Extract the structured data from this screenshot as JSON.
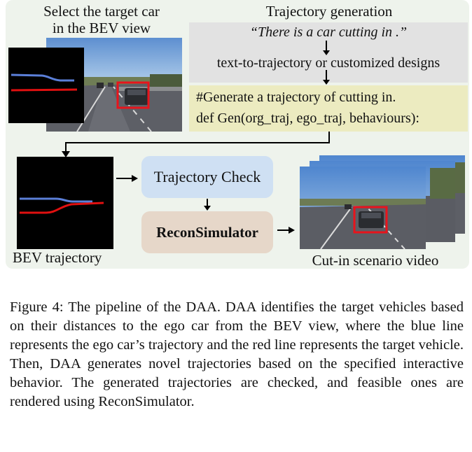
{
  "figure": {
    "select_title_line1": "Select the target car",
    "select_title_line2": "in the BEV view",
    "trajgen_title": "Trajectory generation",
    "quote": "“There is a car cutting in .”",
    "t2t": "text-to-trajectory or customized designs",
    "code_line1": "#Generate a trajectory of cutting in.",
    "code_line2": "def Gen(org_traj, ego_traj, behaviours):",
    "trajectory_check": "Trajectory Check",
    "recon_simulator": "ReconSimulator",
    "bev_label": "BEV trajectory",
    "video_label": "Cut-in scenario video"
  },
  "colors": {
    "ego_line": "#5b7fd8",
    "target_line": "#e01010",
    "panel_bg": "#eef3ec",
    "gray_box": "#e2e2e2",
    "code_box": "#ecebc0",
    "check_box": "#cfe0f3",
    "sim_box": "#e6d7c9",
    "bbox": "#e8141c"
  },
  "caption": "Figure 4: The pipeline of the DAA. DAA identifies the target vehicles based on their distances to the ego car from the BEV view, where the blue line represents the ego car’s trajectory and the red line represents the target vehicle. Then, DAA generates novel trajectories based on the specified interactive behavior. The generated trajectories are checked, and feasible ones are rendered using ReconSimulator."
}
